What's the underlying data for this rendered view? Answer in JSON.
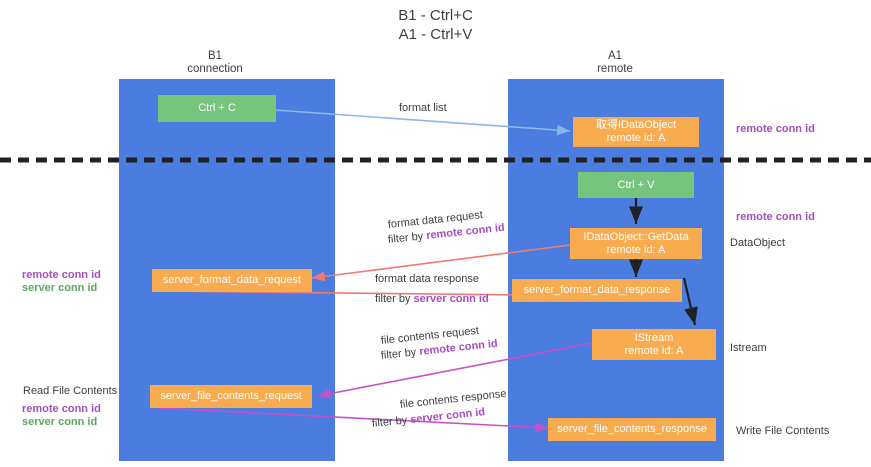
{
  "title": "B1 - Ctrl+C\nA1 - Ctrl+V",
  "columns": {
    "left": {
      "name": "B1",
      "role": "connection",
      "label": "B1\nconnection"
    },
    "right": {
      "name": "A1",
      "role": "remote",
      "label": "A1\nremote"
    }
  },
  "nodes": {
    "ctrl_c": "Ctrl + C",
    "ctrl_v": "Ctrl + V",
    "get_idataobject": "取得IDataObject\nremote id: A",
    "idataobject_getdata": "IDataObject::GetData\nremote id: A",
    "istream": "IStream\nremote id: A",
    "server_format_data_request": "server_format_data_request",
    "server_format_data_response": "server_format_data_response",
    "server_file_contents_request": "server_file_contents_request",
    "server_file_contents_response": "server_file_contents_response"
  },
  "edges": {
    "format_list": "format list",
    "format_data_request": "format data request",
    "format_data_request_filter_prefix": "filter by ",
    "format_data_request_filter_key": "remote conn id",
    "format_data_response": "format data response",
    "format_data_response_filter_prefix": "filter by ",
    "format_data_response_filter_key": "server conn id",
    "file_contents_request": "file contents request",
    "file_contents_request_filter_prefix": "filter by ",
    "file_contents_request_filter_key": "remote conn id",
    "file_contents_response": "file contents response",
    "file_contents_response_filter_prefix": "filter by ",
    "file_contents_response_filter_key": "server conn id"
  },
  "annotations": {
    "right_remote_conn_id_top": "remote conn id",
    "right_remote_conn_id_mid": "remote conn id",
    "right_dataobject": "DataObject",
    "right_istream": "Istream",
    "right_write_file_contents": "Write File Contents",
    "left_remote_conn_id": "remote conn id",
    "left_server_conn_id": "server conn id",
    "left_read_file_contents": "Read File Contents",
    "left_bottom_remote_conn_id": "remote conn id",
    "left_bottom_server_conn_id": "server conn id"
  },
  "colors": {
    "lane": "#4a7ddf",
    "node_green": "#77c47c",
    "node_orange": "#f9ab50",
    "accent_purple": "#a64ec0",
    "accent_green": "#5aa95f",
    "arrow_blue": "#8cb8e8",
    "arrow_red": "#ef7a72",
    "arrow_magenta": "#c850c8",
    "arrow_black": "#202124",
    "divider": "#202124",
    "text": "#3c4043"
  }
}
